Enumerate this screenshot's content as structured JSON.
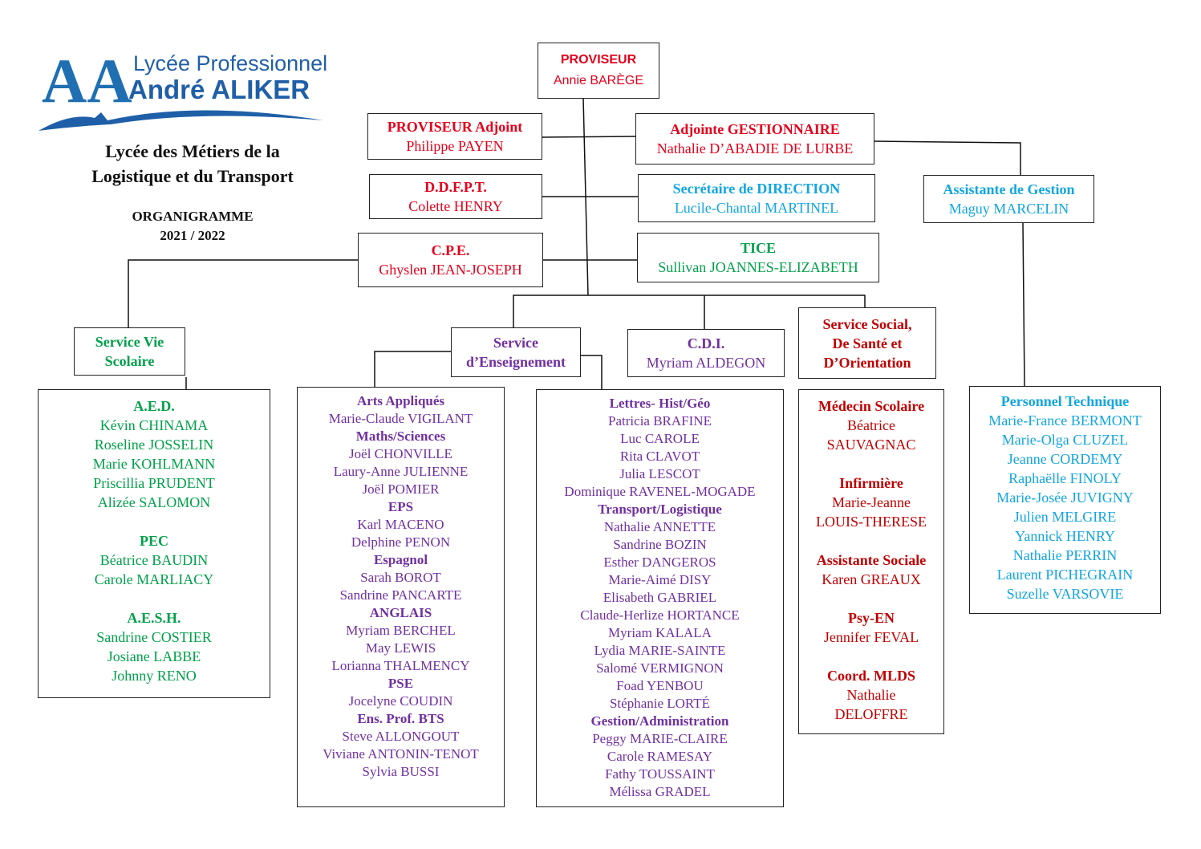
{
  "logo": {
    "monogram": "AA",
    "line1": "Lycée Professionnel",
    "line2": "André ALIKER"
  },
  "header": {
    "subtitle1": "Lycée des Métiers de la",
    "subtitle2": "Logistique et du Transport",
    "title": "ORGANIGRAMME",
    "year": "2021 / 2022"
  },
  "colors": {
    "red": "#e3001b",
    "green": "#00a04a",
    "cyan": "#12a6e0",
    "purple": "#7030a0",
    "dark_red": "#c00000"
  },
  "proviseur": {
    "title": "PROVISEUR",
    "name": "Annie BARÈGE"
  },
  "proviseur_adjoint": {
    "title": "PROVISEUR Adjoint",
    "name": "Philippe PAYEN"
  },
  "gestionnaire": {
    "title": "Adjointe GESTIONNAIRE",
    "name": "Nathalie D’ABADIE DE LURBE"
  },
  "ddfpt": {
    "title": "D.D.F.P.T.",
    "name": "Colette HENRY"
  },
  "secretaire": {
    "title": "Secrétaire de DIRECTION",
    "name": "Lucile-Chantal MARTINEL"
  },
  "assistante_gestion": {
    "title": "Assistante de Gestion",
    "name": "Maguy MARCELIN"
  },
  "cpe": {
    "title": "C.P.E.",
    "name": "Ghyslen JEAN-JOSEPH"
  },
  "tice": {
    "title": "TICE",
    "name": "Sullivan JOANNES-ELIZABETH"
  },
  "vie_scolaire": {
    "line1": "Service Vie",
    "line2": "Scolaire"
  },
  "enseignement": {
    "line1": "Service",
    "line2": "d’Enseignement"
  },
  "cdi": {
    "title": "C.D.I.",
    "name": "Myriam ALDEGON"
  },
  "social": {
    "line1": "Service Social,",
    "line2": "De Santé et",
    "line3": "D’Orientation"
  },
  "lists": {
    "vie_scolaire": [
      {
        "text": "A.E.D.",
        "bold": true
      },
      {
        "text": "Kévin CHINAMA"
      },
      {
        "text": "Roseline JOSSELIN"
      },
      {
        "text": "Marie KOHLMANN"
      },
      {
        "text": "Priscillia PRUDENT"
      },
      {
        "text": "Alizée SALOMON"
      },
      {
        "text": ""
      },
      {
        "text": "PEC",
        "bold": true
      },
      {
        "text": "Béatrice BAUDIN"
      },
      {
        "text": "Carole MARLIACY"
      },
      {
        "text": ""
      },
      {
        "text": "A.E.S.H.",
        "bold": true
      },
      {
        "text": "Sandrine COSTIER"
      },
      {
        "text": "Josiane LABBE"
      },
      {
        "text": "Johnny RENO"
      }
    ],
    "enseignement_a": [
      {
        "text": "Arts Appliqués",
        "bold": true
      },
      {
        "text": "Marie-Claude VIGILANT"
      },
      {
        "text": "Maths/Sciences",
        "bold": true
      },
      {
        "text": "Joël CHONVILLE"
      },
      {
        "text": "Laury-Anne JULIENNE"
      },
      {
        "text": "Joël POMIER"
      },
      {
        "text": "EPS",
        "bold": true
      },
      {
        "text": "Karl MACENO"
      },
      {
        "text": "Delphine PENON"
      },
      {
        "text": "Espagnol",
        "bold": true
      },
      {
        "text": "Sarah BOROT"
      },
      {
        "text": "Sandrine PANCARTE"
      },
      {
        "text": "ANGLAIS",
        "bold": true
      },
      {
        "text": "Myriam BERCHEL"
      },
      {
        "text": "May LEWIS"
      },
      {
        "text": "Lorianna THALMENCY"
      },
      {
        "text": "PSE",
        "bold": true
      },
      {
        "text": "Jocelyne COUDIN"
      },
      {
        "text": "Ens. Prof. BTS",
        "bold": true
      },
      {
        "text": "Steve ALLONGOUT"
      },
      {
        "text": "Viviane ANTONIN-TENOT"
      },
      {
        "text": "Sylvia BUSSI"
      }
    ],
    "enseignement_b": [
      {
        "text": "Lettres- Hist/Géo",
        "bold": true
      },
      {
        "text": "Patricia BRAFINE"
      },
      {
        "text": "Luc CAROLE"
      },
      {
        "text": "Rita CLAVOT"
      },
      {
        "text": "Julia LESCOT"
      },
      {
        "text": "Dominique RAVENEL-MOGADE"
      },
      {
        "text": "Transport/Logistique",
        "bold": true
      },
      {
        "text": "Nathalie ANNETTE"
      },
      {
        "text": "Sandrine BOZIN"
      },
      {
        "text": "Esther DANGEROS"
      },
      {
        "text": "Marie-Aimé DISY"
      },
      {
        "text": "Elisabeth GABRIEL"
      },
      {
        "text": "Claude-Herlize HORTANCE"
      },
      {
        "text": "Myriam KALALA"
      },
      {
        "text": "Lydia MARIE-SAINTE"
      },
      {
        "text": "Salomé VERMIGNON"
      },
      {
        "text": "Foad YENBOU"
      },
      {
        "text": "Stéphanie LORTÉ"
      },
      {
        "text": "Gestion/Administration",
        "bold": true
      },
      {
        "text": "Peggy MARIE-CLAIRE"
      },
      {
        "text": "Carole RAMESAY"
      },
      {
        "text": "Fathy TOUSSAINT"
      },
      {
        "text": "Mélissa GRADEL"
      }
    ],
    "social": [
      {
        "text": "Médecin Scolaire",
        "bold": true
      },
      {
        "text": "Béatrice"
      },
      {
        "text": "SAUVAGNAC"
      },
      {
        "text": ""
      },
      {
        "text": "Infirmière",
        "bold": true
      },
      {
        "text": "Marie-Jeanne"
      },
      {
        "text": "LOUIS-THERESE"
      },
      {
        "text": ""
      },
      {
        "text": "Assistante Sociale",
        "bold": true
      },
      {
        "text": "Karen GREAUX"
      },
      {
        "text": ""
      },
      {
        "text": "Psy-EN",
        "bold": true
      },
      {
        "text": "Jennifer FEVAL"
      },
      {
        "text": ""
      },
      {
        "text": "Coord. MLDS",
        "bold": true
      },
      {
        "text": "Nathalie"
      },
      {
        "text": "DELOFFRE"
      }
    ],
    "technique": [
      {
        "text": "Personnel Technique",
        "bold": true
      },
      {
        "text": "Marie-France BERMONT"
      },
      {
        "text": "Marie-Olga CLUZEL"
      },
      {
        "text": "Jeanne CORDEMY"
      },
      {
        "text": "Raphaëlle FINOLY"
      },
      {
        "text": "Marie-Josée JUVIGNY"
      },
      {
        "text": "Julien MELGIRE"
      },
      {
        "text": "Yannick HENRY"
      },
      {
        "text": "Nathalie PERRIN"
      },
      {
        "text": "Laurent PICHEGRAIN"
      },
      {
        "text": "Suzelle VARSOVIE"
      }
    ]
  }
}
